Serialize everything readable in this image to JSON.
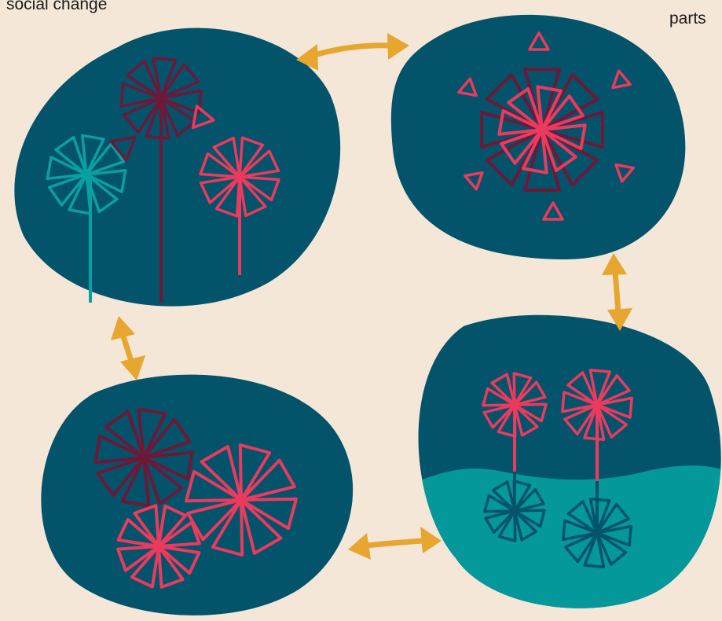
{
  "labels": {
    "top_left": "social change",
    "top_right": "parts"
  },
  "colors": {
    "background": "#f5e7d8",
    "blob": "#03536b",
    "water": "#04989a",
    "arrow": "#e6a630",
    "maroon": "#6e1838",
    "pink": "#ea3a5e",
    "teal_flower": "#08a0a0",
    "navy_flower": "#03536b"
  },
  "panels": [
    {
      "name": "panel-top-left",
      "content": "three flowers on stems: teal, maroon, pink"
    },
    {
      "name": "panel-top-right",
      "content": "pink flower radiating maroon and pink triangles"
    },
    {
      "name": "panel-bottom-right",
      "content": "two pink flowers reflected as navy flowers below water"
    },
    {
      "name": "panel-bottom-left",
      "content": "cluster of three flowers: maroon and two pink"
    }
  ]
}
